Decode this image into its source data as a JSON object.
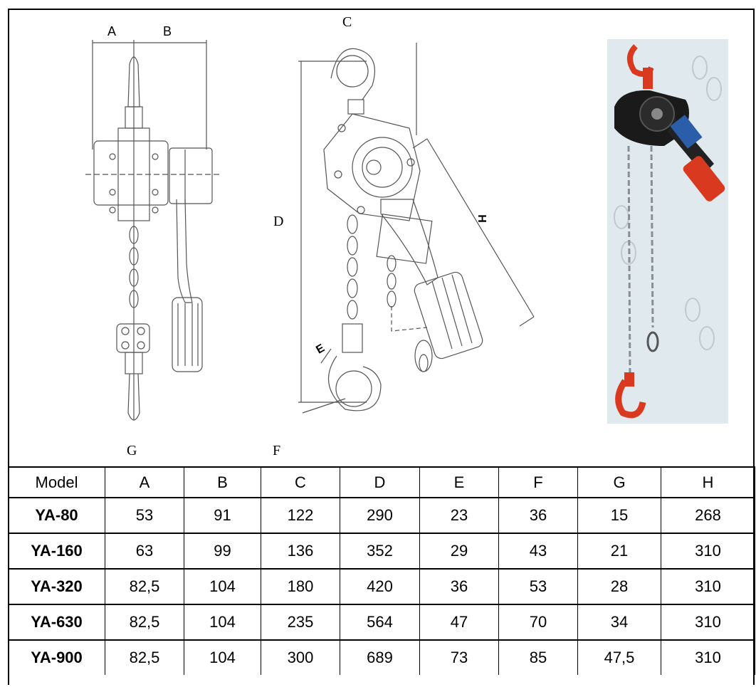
{
  "drawing_labels": {
    "front_a": "A",
    "front_b": "B",
    "side_c": "C",
    "side_d": "D",
    "side_e": "E",
    "side_h": "H",
    "bottom_g": "G",
    "bottom_f": "F"
  },
  "product_photo": {
    "description": "red-black lever hoist photo",
    "accent_color": "#d93a1f",
    "body_color": "#1a1a1a",
    "tag_color": "#2a5ea8"
  },
  "table": {
    "columns": [
      "Model",
      "A",
      "B",
      "C",
      "D",
      "E",
      "F",
      "G",
      "H"
    ],
    "rows": [
      {
        "model": "YA-80",
        "a": "53",
        "b": "91",
        "c": "122",
        "d": "290",
        "e": "23",
        "f": "36",
        "g": "15",
        "h": "268"
      },
      {
        "model": "YA-160",
        "a": "63",
        "b": "99",
        "c": "136",
        "d": "352",
        "e": "29",
        "f": "43",
        "g": "21",
        "h": "310"
      },
      {
        "model": "YA-320",
        "a": "82,5",
        "b": "104",
        "c": "180",
        "d": "420",
        "e": "36",
        "f": "53",
        "g": "28",
        "h": "310"
      },
      {
        "model": "YA-630",
        "a": "82,5",
        "b": "104",
        "c": "235",
        "d": "564",
        "e": "47",
        "f": "70",
        "g": "34",
        "h": "310"
      },
      {
        "model": "YA-900",
        "a": "82,5",
        "b": "104",
        "c": "300",
        "d": "689",
        "e": "73",
        "f": "85",
        "g": "47,5",
        "h": "310"
      }
    ]
  }
}
